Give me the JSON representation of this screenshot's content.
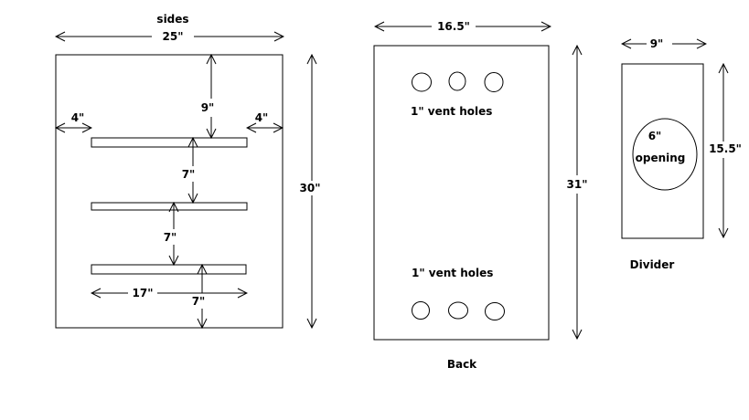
{
  "diagram": {
    "type": "woodworking-plan",
    "panels": {
      "sides": {
        "title": "sides",
        "width_label": "25\"",
        "height_label": "30\"",
        "left_margin_label": "4\"",
        "right_margin_label": "4\"",
        "top_gap_label": "9\"",
        "gap1_label": "7\"",
        "gap2_label": "7\"",
        "bottom_gap_label": "7\"",
        "shelf_length_label": "17\"",
        "shelf_count": 3
      },
      "back": {
        "title": "Back",
        "width_label": "16.5\"",
        "height_label": "31\"",
        "top_holes_label": "1\" vent holes",
        "bottom_holes_label": "1\" vent holes",
        "top_hole_count": 3,
        "bottom_hole_count": 3
      },
      "divider": {
        "title": "Divider",
        "width_label": "9\"",
        "height_label": "15.5\"",
        "opening_size_label": "6\"",
        "opening_label": "opening"
      }
    },
    "colors": {
      "line": "#000000",
      "background": "#ffffff"
    }
  }
}
